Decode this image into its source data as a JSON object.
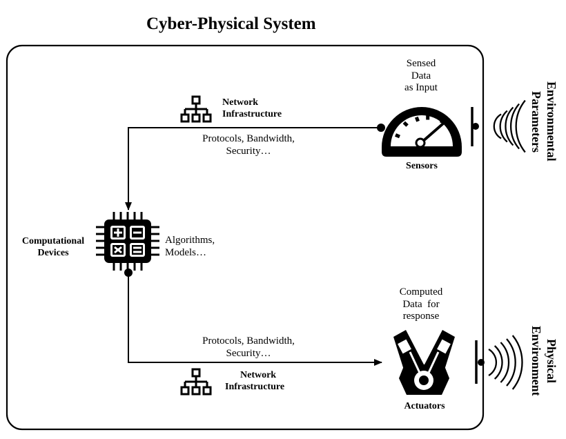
{
  "title": "Cyber-Physical System",
  "network_top": {
    "heading": [
      "Network",
      "Infrastructure"
    ],
    "details": [
      "Protocols, Bandwidth,",
      "Security…"
    ]
  },
  "network_bottom": {
    "heading": [
      "Network",
      "Infrastructure"
    ],
    "details": [
      "Protocols, Bandwidth,",
      "Security…"
    ]
  },
  "sensors": {
    "label": "Sensors",
    "caption": [
      "Sensed",
      "Data",
      "as Input"
    ]
  },
  "actuators": {
    "label": "Actuators",
    "caption": [
      "Computed",
      "Data  for",
      "response"
    ]
  },
  "computational": {
    "label": [
      "Computational",
      "Devices"
    ],
    "caption": [
      "Algorithms,",
      "Models…"
    ]
  },
  "environment_top": [
    "Environmental",
    "Parameters"
  ],
  "environment_bottom": [
    "Physical",
    "Environment"
  ],
  "icons": [
    "network-icon",
    "gauge-icon",
    "engine-icon",
    "cpu-icon",
    "signal-waves-icon"
  ],
  "colors": {
    "stroke": "#000000",
    "background": "#ffffff"
  }
}
